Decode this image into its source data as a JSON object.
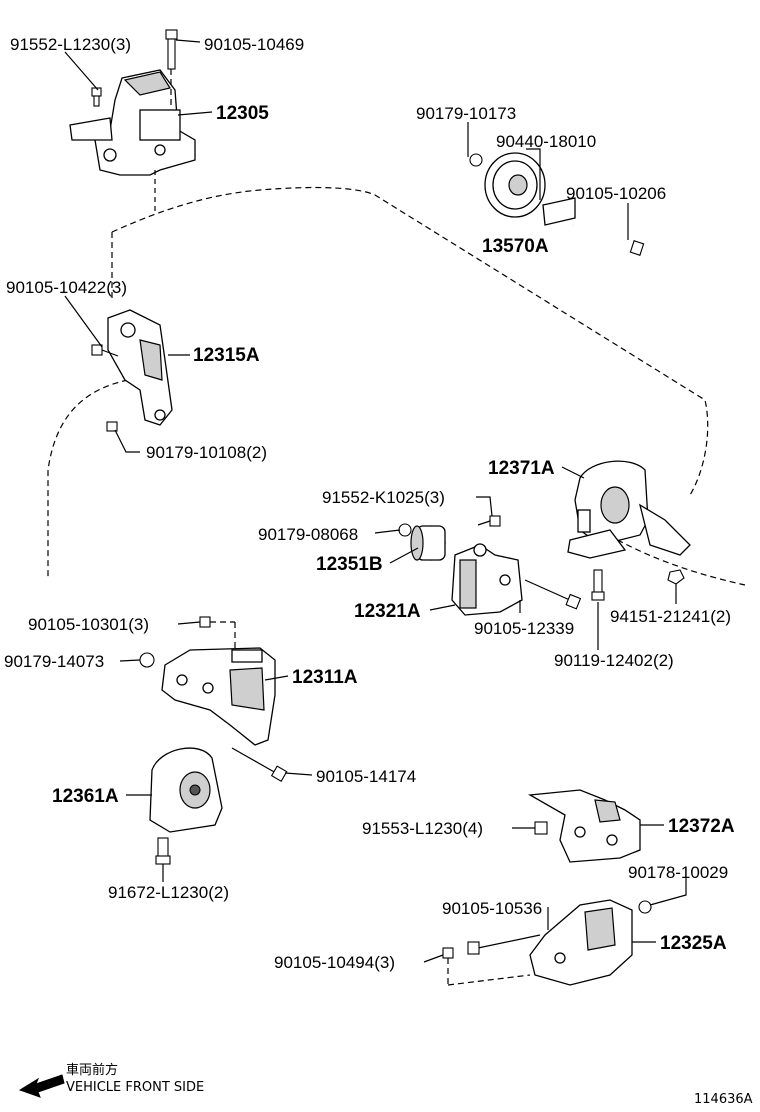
{
  "diagram": {
    "labels": {
      "p_91552_L1230": "91552-L1230(3)",
      "p_90105_10469": "90105-10469",
      "p_12305": "12305",
      "p_90179_10173": "90179-10173",
      "p_90440_18010": "90440-18010",
      "p_90105_10206": "90105-10206",
      "p_13570A": "13570A",
      "p_90105_10422": "90105-10422(3)",
      "p_12315A": "12315A",
      "p_90179_10108": "90179-10108(2)",
      "p_12371A": "12371A",
      "p_91552_K1025": "91552-K1025(3)",
      "p_90179_08068": "90179-08068",
      "p_12351B": "12351B",
      "p_12321A": "12321A",
      "p_90105_12339": "90105-12339",
      "p_90119_12402": "90119-12402(2)",
      "p_94151_21241": "94151-21241(2)",
      "p_90105_10301": "90105-10301(3)",
      "p_90179_14073": "90179-14073",
      "p_12311A": "12311A",
      "p_90105_14174": "90105-14174",
      "p_12361A": "12361A",
      "p_91672_L1230": "91672-L1230(2)",
      "p_91553_L1230": "91553-L1230(4)",
      "p_12372A": "12372A",
      "p_90178_10029": "90178-10029",
      "p_90105_10536": "90105-10536",
      "p_12325A": "12325A",
      "p_90105_10494": "90105-10494(3)"
    },
    "direction_jp": "車両前方",
    "direction_en": "VEHICLE FRONT SIDE",
    "figure_id": "114636A"
  }
}
